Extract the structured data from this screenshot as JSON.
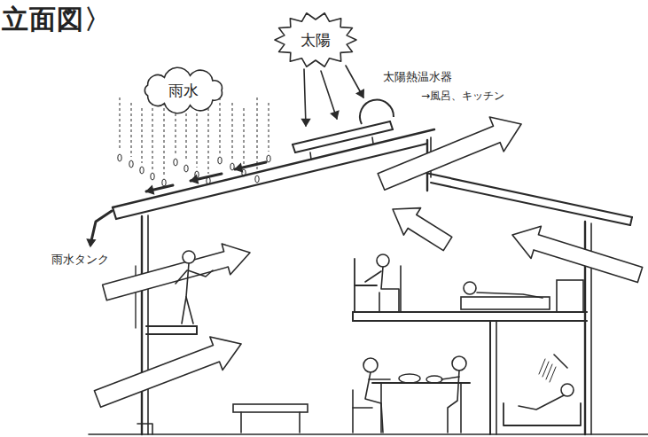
{
  "diagram": {
    "title": "立面図〉",
    "nodes": [
      {
        "text": [
          "太陽"
        ]
      },
      {
        "text": [
          "雨水"
        ]
      }
    ],
    "labels": [
      "太陽熱温水器",
      "→風呂、キッチン",
      "雨水タンク"
    ]
  }
}
